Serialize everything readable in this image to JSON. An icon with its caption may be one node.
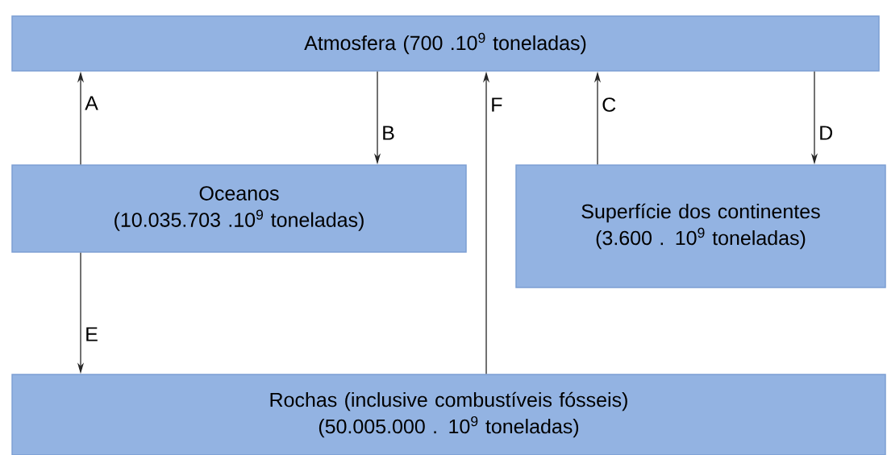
{
  "diagram": {
    "nodes": [
      {
        "text": [
          "Atmosfera (700 .10$^{9}$ toneladas)"
        ]
      },
      {
        "text": [
          "Oceanos",
          "(10.035.703 .10$^{9}$ toneladas)"
        ]
      },
      {
        "text": [
          "Superfície dos continentes",
          "(3.600 . 10$^{9}$ toneladas)"
        ]
      },
      {
        "text": [
          "Rochas (inclusive combustíveis fósseis)",
          "(50.005.000 . 10$^{9}$ toneladas)"
        ]
      }
    ],
    "edges": [
      {
        "from": 1,
        "to": 0,
        "arrow": "to",
        "label": "A"
      },
      {
        "from": 0,
        "to": 1,
        "arrow": "to",
        "label": "B"
      },
      {
        "from": 2,
        "to": 0,
        "arrow": "to",
        "label": "C"
      },
      {
        "from": 0,
        "to": 2,
        "arrow": "to",
        "label": "D"
      },
      {
        "from": 1,
        "to": 3,
        "arrow": "to",
        "label": "E"
      },
      {
        "from": 3,
        "to": 0,
        "arrow": "to",
        "label": "F"
      }
    ]
  }
}
